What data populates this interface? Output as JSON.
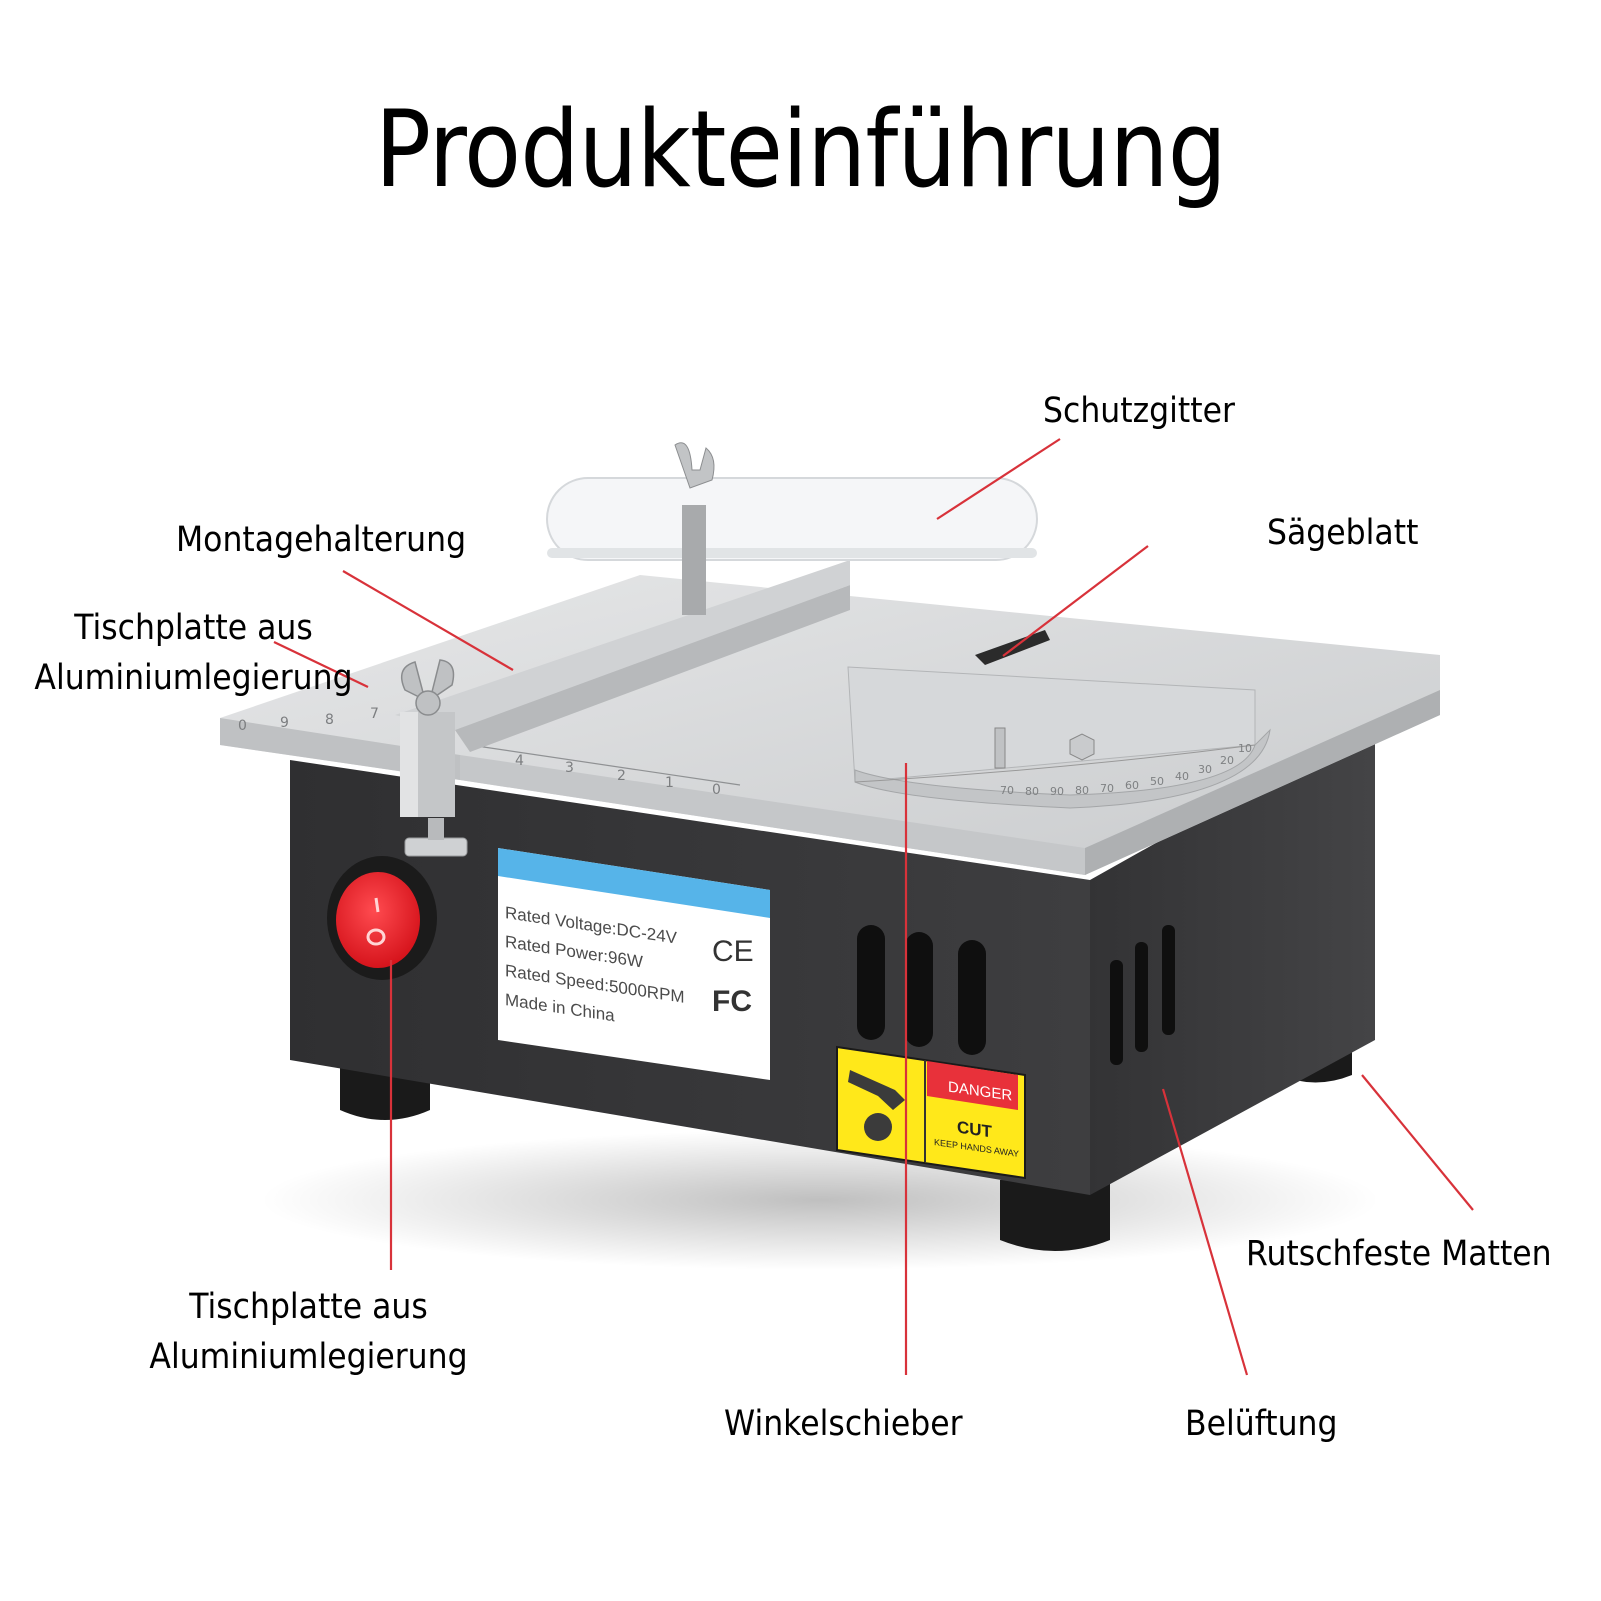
{
  "title": "Produkteinführung",
  "labels": {
    "schutzgitter": "Schutzgitter",
    "saegeblatt": "Sägeblatt",
    "montagehalterung": "Montagehalterung",
    "tischplatte_top_line1": "Tischplatte aus",
    "tischplatte_top_line2": "Aluminiumlegierung",
    "tischplatte_bottom_line1": "Tischplatte aus",
    "tischplatte_bottom_line2": "Aluminiumlegierung",
    "rutschfeste_matten": "Rutschfeste Matten",
    "winkelschieber": "Winkelschieber",
    "belueftung": "Belüftung"
  },
  "rating_label": {
    "voltage": "Rated Voltage:DC-24V",
    "power": "Rated Power:96W",
    "speed": "Rated Speed:5000RPM",
    "origin": "Made in China",
    "cert_ce": "CE",
    "cert_fc": "FC"
  },
  "warning_label": {
    "danger": "DANGER",
    "cut": "CUT",
    "keep_hands_away": "KEEP HANDS AWAY"
  },
  "power_switch": {
    "on_symbol": "I",
    "off_symbol": "O"
  },
  "ruler_front": [
    "4",
    "3",
    "2",
    "1",
    "0"
  ],
  "ruler_left": [
    "0",
    "9",
    "8",
    "7"
  ],
  "protractor_scale": [
    "70",
    "80",
    "90",
    "80",
    "70",
    "60",
    "50",
    "40",
    "30",
    "20",
    "10"
  ],
  "colors": {
    "callout_line": "#d8323a",
    "body_dark": "#3a3a3c",
    "table_silver": "#d9dbdd",
    "label_blue": "#56b4e9",
    "switch_red": "#e8262e",
    "warning_yellow": "#ffe81a",
    "danger_red": "#e8313a"
  }
}
